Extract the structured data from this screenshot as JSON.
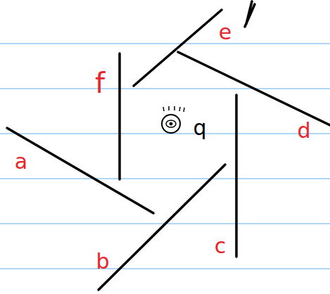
{
  "diagram": {
    "labels": [
      "e",
      "f",
      "q",
      "d",
      "a",
      "c",
      "b"
    ]
  }
}
